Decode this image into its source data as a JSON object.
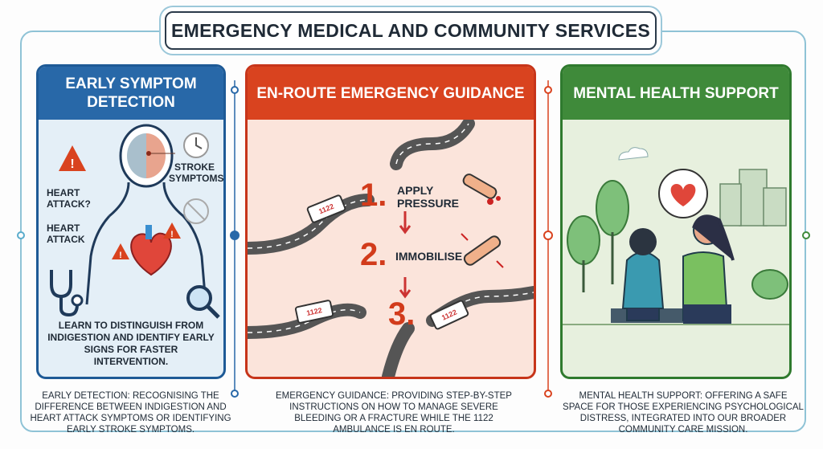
{
  "title": "EMERGENCY MEDICAL AND COMMUNITY SERVICES",
  "colors": {
    "blue": "#2868a8",
    "red": "#d9431f",
    "green": "#3f8a3a"
  },
  "panels": [
    {
      "title": "EARLY SYMPTOM DETECTION",
      "labels": {
        "stroke": "STROKE SYMPTOMS",
        "heart_q": "HEART ATTACK?",
        "heart": "HEART ATTACK"
      },
      "note": "LEARN TO DISTINGUISH FROM INDIGESTION AND IDENTIFY EARLY SIGNS FOR FASTER INTERVENTION.",
      "caption": "EARLY DETECTION: RECOGNISING THE DIFFERENCE BETWEEN INDIGESTION AND HEART ATTACK SYMPTOMS OR IDENTIFYING EARLY STROKE SYMPTOMS."
    },
    {
      "title": "EN-ROUTE EMERGENCY GUIDANCE",
      "steps": [
        {
          "num": "1.",
          "label": "APPLY PRESSURE"
        },
        {
          "num": "2.",
          "label": "IMMOBILISE"
        },
        {
          "num": "3.",
          "label": ""
        }
      ],
      "ambulance": "1122",
      "caption": "EMERGENCY GUIDANCE: PROVIDING STEP-BY-STEP INSTRUCTIONS ON HOW TO MANAGE SEVERE BLEEDING OR A FRACTURE WHILE THE 1122 AMBULANCE IS EN ROUTE."
    },
    {
      "title": "MENTAL HEALTH SUPPORT",
      "caption": "MENTAL HEALTH SUPPORT: OFFERING A SAFE SPACE FOR THOSE EXPERIENCING PSYCHOLOGICAL DISTRESS, INTEGRATED INTO OUR BROADER COMMUNITY CARE MISSION."
    }
  ]
}
